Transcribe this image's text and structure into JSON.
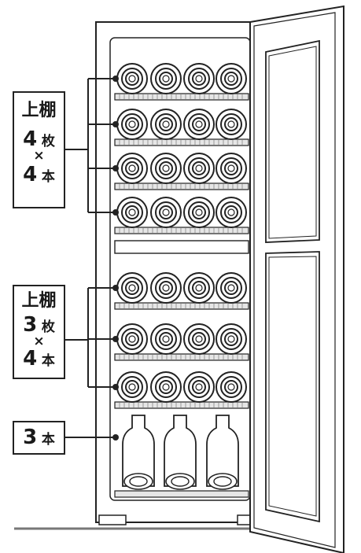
{
  "upper_shelf": {
    "title": "上棚",
    "count": "4",
    "count_unit": "枚",
    "times": "×",
    "per": "4",
    "per_unit": "本"
  },
  "lower_shelf": {
    "title": "上棚",
    "count": "3",
    "count_unit": "枚",
    "times": "×",
    "per": "4",
    "per_unit": "本"
  },
  "bottom": {
    "count": "3",
    "unit": "本"
  },
  "colors": {
    "line": "#222222",
    "shelf": "#e6e6e6",
    "panel": "#ffffff"
  }
}
